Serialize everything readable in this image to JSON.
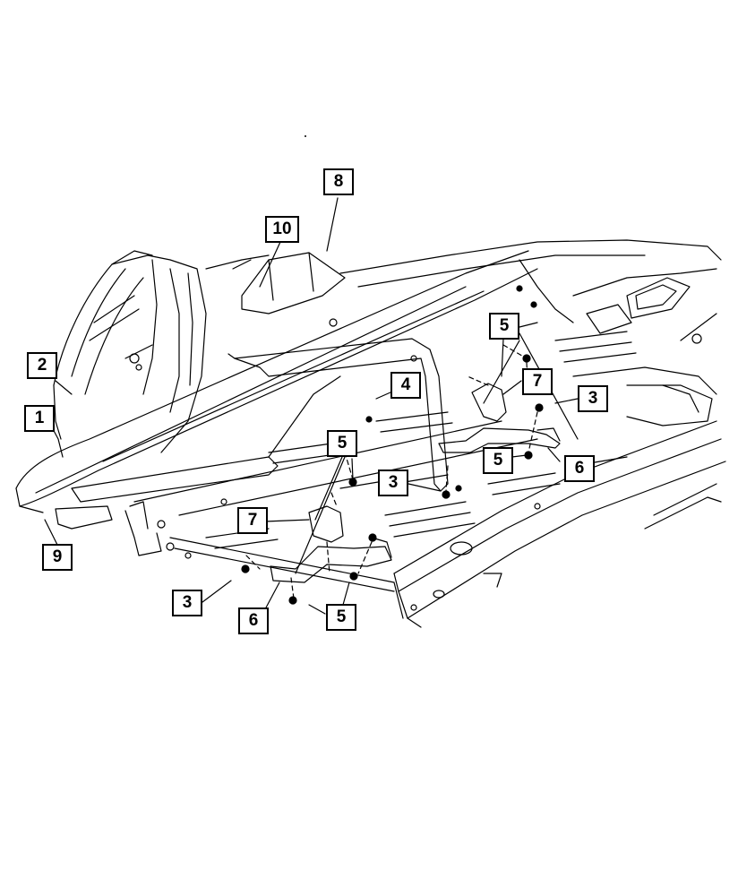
{
  "callouts": {
    "c1": "1",
    "c2": "2",
    "c3a": "3",
    "c3b": "3",
    "c3c": "3",
    "c4": "4",
    "c5a": "5",
    "c5b": "5",
    "c5c": "5",
    "c5d": "5",
    "c6a": "6",
    "c6b": "6",
    "c7a": "7",
    "c7b": "7",
    "c8": "8",
    "c9": "9",
    "c10": "10"
  },
  "colors": {
    "line": "#000000",
    "background": "#ffffff"
  }
}
